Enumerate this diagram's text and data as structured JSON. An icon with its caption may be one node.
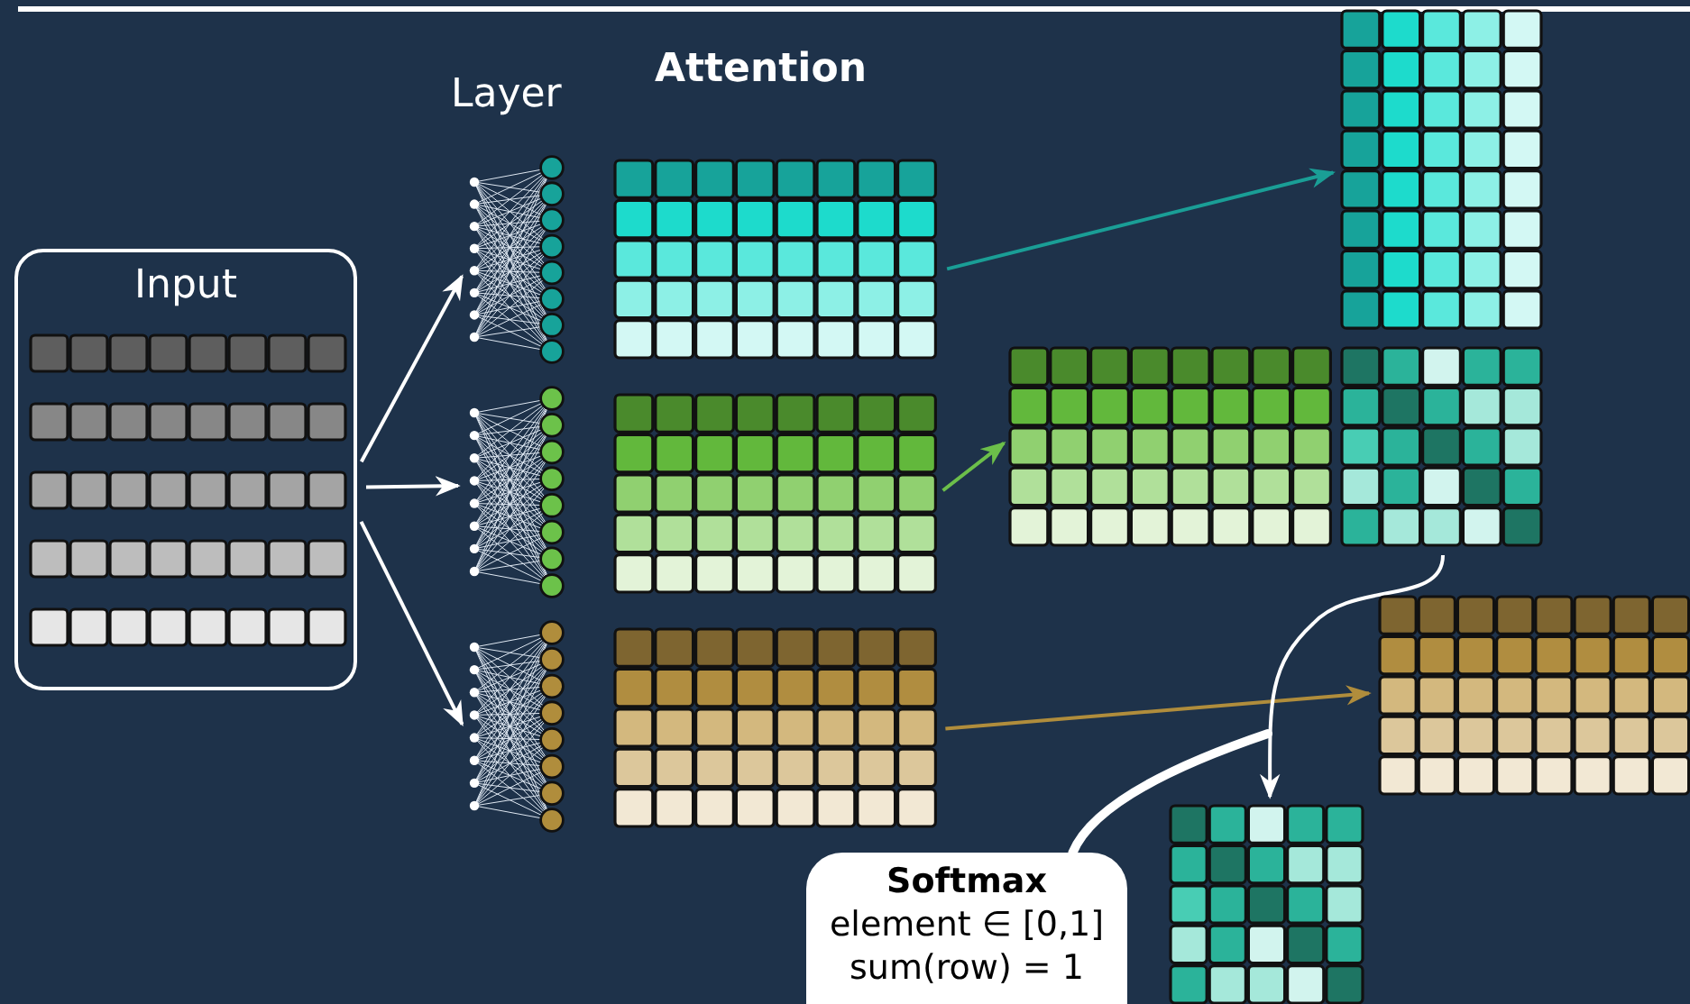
{
  "diagram": {
    "nodes": [
      {
        "text": [
          "Input"
        ]
      },
      {
        "text": [],
        "shape": "picture"
      },
      {
        "text": [],
        "shape": "picture"
      },
      {
        "text": [],
        "shape": "picture"
      },
      {
        "text": [],
        "shape": "box"
      },
      {
        "text": [],
        "shape": "box"
      },
      {
        "text": [],
        "shape": "box"
      },
      {
        "text": [],
        "shape": "box"
      },
      {
        "text": [],
        "shape": "box"
      },
      {
        "text": [],
        "shape": "box"
      },
      {
        "text": [],
        "shape": "box"
      },
      {
        "text": [],
        "shape": "box"
      },
      {
        "text": [
          "Softmax",
          "element ∈ [0,1]",
          "sum(row) = 1"
        ]
      }
    ],
    "edges": [
      {
        "from": 0,
        "to": 1,
        "arrow": "to"
      },
      {
        "from": 0,
        "to": 2,
        "arrow": "to"
      },
      {
        "from": 0,
        "to": 3,
        "arrow": "to"
      },
      {
        "from": 4,
        "to": 7,
        "arrow": "to",
        "color": "#1a9e96"
      },
      {
        "from": 5,
        "to": 8,
        "arrow": "to",
        "color": "#6cbf4a"
      },
      {
        "from": 6,
        "to": 10,
        "arrow": "to",
        "color": "#b08d3c"
      },
      {
        "from": 9,
        "to": 11,
        "arrow": "to"
      },
      {
        "from": 12,
        "to": null,
        "arrow": "none",
        "style": "thick"
      }
    ],
    "labels": [
      "Layer",
      "Attention"
    ]
  }
}
